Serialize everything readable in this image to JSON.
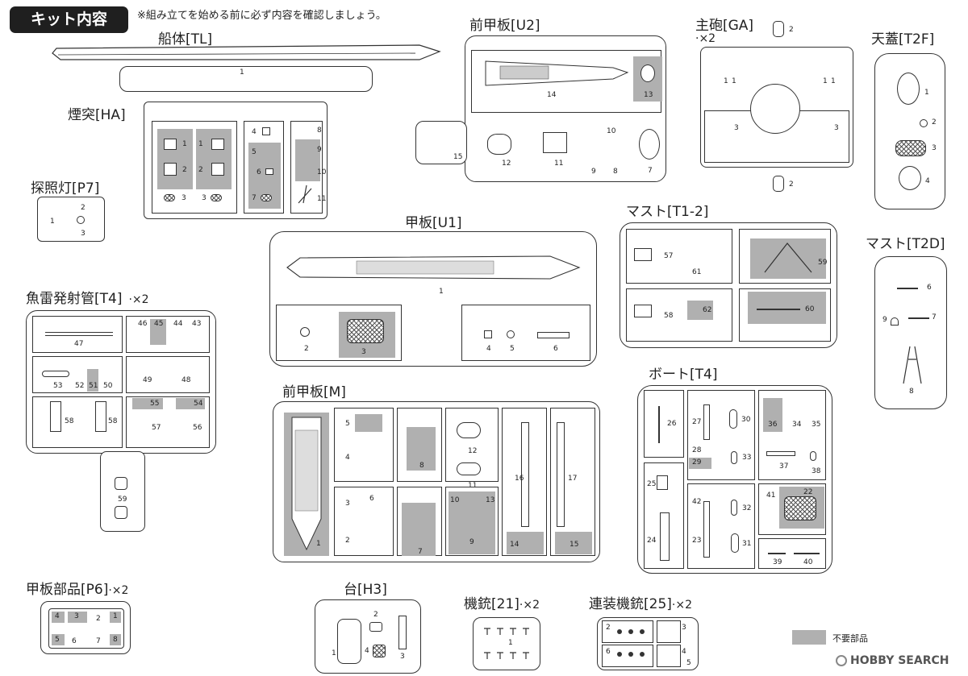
{
  "header": {
    "badge": "キット内容",
    "note": "※組み立てを始める前に必ず内容を確認しましょう。"
  },
  "runners": {
    "tl": {
      "title": "船体[TL]",
      "parts": [
        "1"
      ]
    },
    "ha": {
      "title": "煙突[HA]",
      "parts": [
        "1",
        "2",
        "1",
        "2",
        "3",
        "3",
        "4",
        "5",
        "6",
        "7",
        "8",
        "9",
        "10",
        "11"
      ]
    },
    "p7": {
      "title": "探照灯[P7]",
      "parts": [
        "1",
        "2",
        "3"
      ]
    },
    "u2": {
      "title": "前甲板[U2]",
      "parts": [
        "14",
        "13",
        "15",
        "12",
        "11",
        "10",
        "9",
        "8",
        "7"
      ]
    },
    "ga": {
      "title": "主砲[GA]",
      "count": "·×2",
      "parts": [
        "2",
        "1",
        "1",
        "1",
        "1",
        "3",
        "3",
        "2"
      ]
    },
    "t2f": {
      "title": "天蓋[T2F]",
      "parts": [
        "1",
        "2",
        "3",
        "4"
      ]
    },
    "u1": {
      "title": "甲板[U1]",
      "parts": [
        "1",
        "2",
        "3",
        "4",
        "5",
        "6"
      ]
    },
    "t12": {
      "title": "マスト[T1-2]",
      "parts": [
        "57",
        "61",
        "59",
        "58",
        "62",
        "60"
      ]
    },
    "t2d": {
      "title": "マスト[T2D]",
      "parts": [
        "6",
        "9",
        "7",
        "8"
      ]
    },
    "t4a": {
      "title": "魚雷発射管[T4]",
      "count": "·×2",
      "parts": [
        "47",
        "46",
        "45",
        "44",
        "43",
        "53",
        "52",
        "51",
        "50",
        "49",
        "48",
        "58",
        "58",
        "55",
        "57",
        "54",
        "56",
        "59"
      ]
    },
    "m": {
      "title": "前甲板[M]",
      "parts": [
        "1",
        "5",
        "4",
        "3",
        "6",
        "2",
        "8",
        "12",
        "11",
        "7",
        "10",
        "13",
        "9",
        "16",
        "17",
        "14",
        "15"
      ]
    },
    "t4b": {
      "title": "ボート[T4]",
      "parts": [
        "26",
        "27",
        "30",
        "36",
        "34",
        "35",
        "28",
        "29",
        "33",
        "37",
        "38",
        "25",
        "42",
        "32",
        "41",
        "22",
        "24",
        "23",
        "31",
        "39",
        "40"
      ]
    },
    "p6": {
      "title": "甲板部品[P6]",
      "count": "·×2",
      "parts": [
        "4",
        "3",
        "2",
        "1",
        "5",
        "6",
        "7",
        "8"
      ]
    },
    "h3": {
      "title": "台[H3]",
      "parts": [
        "2",
        "1",
        "4",
        "3"
      ]
    },
    "g21": {
      "title": "機銃[21]",
      "count": "·×2",
      "parts": [
        "1"
      ]
    },
    "g25": {
      "title": "連装機銃[25]",
      "count": "·×2",
      "parts": [
        "2",
        "6",
        "3",
        "4",
        "5"
      ]
    }
  },
  "legend": {
    "label": "不要部品",
    "swatch_color": "#b0b0b0"
  },
  "watermark": {
    "text": "HOBBY SEARCH"
  },
  "colors": {
    "line": "#333333",
    "unused": "#b0b0b0",
    "badge": "#1f1f1f"
  }
}
